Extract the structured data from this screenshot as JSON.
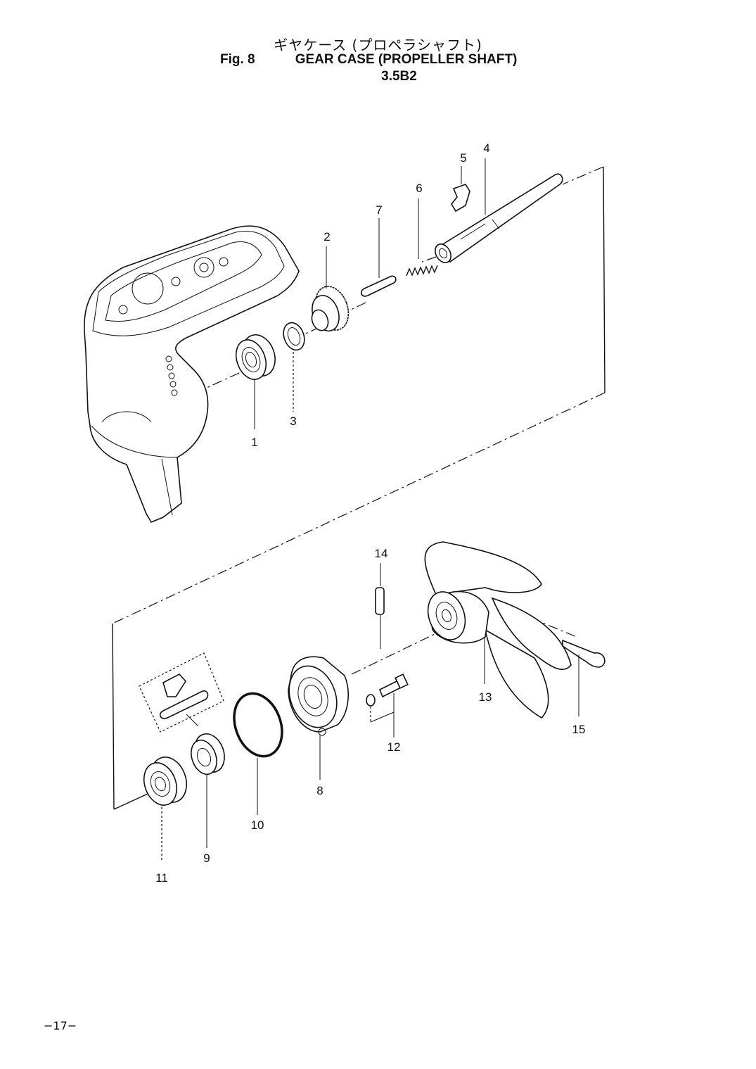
{
  "header": {
    "title_jp": "ギヤケース (プロペラシャフト)",
    "fig_label": "Fig. 8",
    "title_en": "GEAR CASE (PROPELLER SHAFT)",
    "model": "3.5B2"
  },
  "page_number": "−17−",
  "parts": [
    {
      "key": "p1",
      "label": "1"
    },
    {
      "key": "p2",
      "label": "2"
    },
    {
      "key": "p3",
      "label": "3"
    },
    {
      "key": "p4",
      "label": "4"
    },
    {
      "key": "p5",
      "label": "5"
    },
    {
      "key": "p6",
      "label": "6"
    },
    {
      "key": "p7",
      "label": "7"
    },
    {
      "key": "p8",
      "label": "8"
    },
    {
      "key": "p9",
      "label": "9"
    },
    {
      "key": "p10",
      "label": "10"
    },
    {
      "key": "p11",
      "label": "11"
    },
    {
      "key": "p12",
      "label": "12"
    },
    {
      "key": "p13",
      "label": "13"
    },
    {
      "key": "p14",
      "label": "14"
    },
    {
      "key": "p15",
      "label": "15"
    }
  ]
}
